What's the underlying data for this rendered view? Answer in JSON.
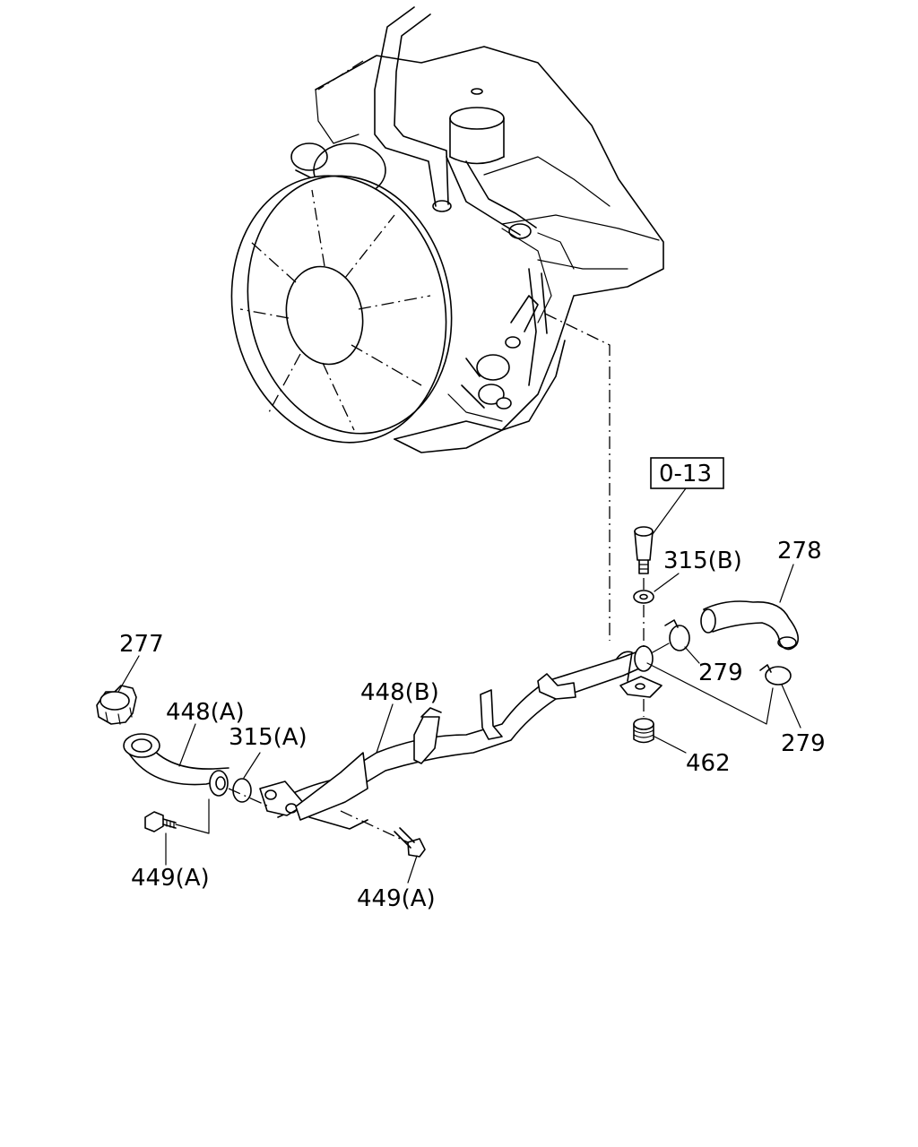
{
  "labels": {
    "ref_box": "0-13",
    "p277": "277",
    "p278": "278",
    "p279_upper": "279",
    "p279_lower": "279",
    "p315a": "315(A)",
    "p315b": "315(B)",
    "p448a": "448(A)",
    "p448b": "448(B)",
    "p449a_left": "449(A)",
    "p449a_mid": "449(A)",
    "p462": "462"
  }
}
